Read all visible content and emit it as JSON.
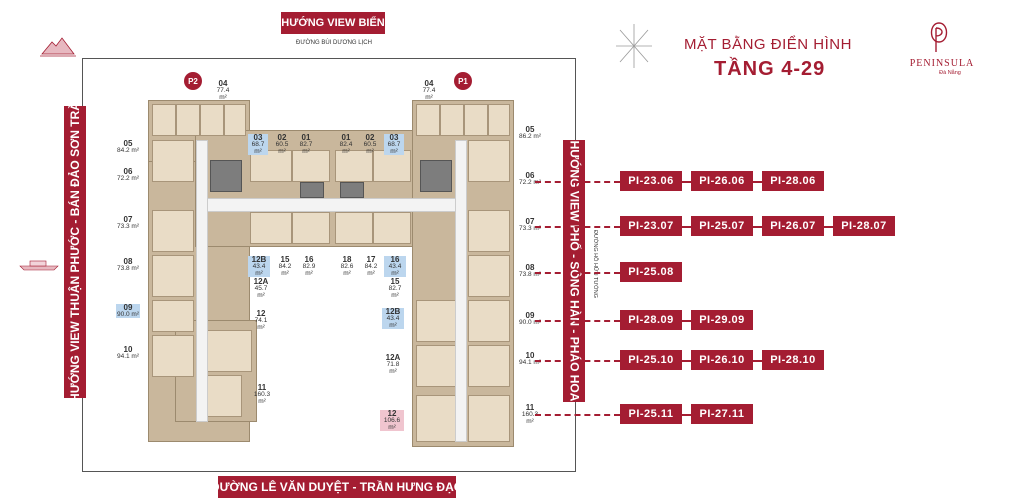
{
  "header": {
    "title_line1": "MẶT BẰNG ĐIỂN HÌNH",
    "title_line2": "TẦNG 4-29",
    "brand": "PENINSULA",
    "brand_sub": "Đà Nẵng"
  },
  "directions": {
    "top": "HƯỚNG VIEW BIỂN",
    "top_sub": "ĐƯỜNG BÙI DƯƠNG LỊCH",
    "bottom": "ĐƯỜNG LÊ VĂN DUYỆT - TRẦN HƯNG ĐẠO",
    "left": "HƯỚNG VIEW THUẬN PHƯỚC - BÁN ĐẢO SƠN TRÀ",
    "right": "HƯỚNG VIEW PHỐ - SÔNG HÀN - PHÁO HOA",
    "right_road": "ĐƯỜNG HỒ HỮU TƯỜNG"
  },
  "towers": {
    "left": "P2",
    "right": "P1"
  },
  "unit_rows": [
    {
      "unit": "06",
      "tags": [
        "PI-23.06",
        "PI-26.06",
        "PI-28.06"
      ]
    },
    {
      "unit": "07",
      "tags": [
        "PI-23.07",
        "PI-25.07",
        "PI-26.07",
        "PI-28.07"
      ]
    },
    {
      "unit": "08",
      "tags": [
        "PI-25.08"
      ]
    },
    {
      "unit": "09",
      "tags": [
        "PI-28.09",
        "PI-29.09"
      ]
    },
    {
      "unit": "10",
      "tags": [
        "PI-25.10",
        "PI-26.10",
        "PI-28.10"
      ]
    },
    {
      "unit": "11",
      "tags": [
        "PI-25.11",
        "PI-27.11"
      ]
    }
  ],
  "p2_labels": [
    {
      "num": "04",
      "area": "77.4 m²"
    },
    {
      "num": "05",
      "area": "84.2 m²"
    },
    {
      "num": "06",
      "area": "72.2 m²"
    },
    {
      "num": "07",
      "area": "73.3 m²"
    },
    {
      "num": "08",
      "area": "73.8 m²"
    },
    {
      "num": "09",
      "area": "90.0 m²"
    },
    {
      "num": "10",
      "area": "94.1 m²"
    },
    {
      "num": "03",
      "area": "68.7 m²"
    },
    {
      "num": "02",
      "area": "60.5 m²"
    },
    {
      "num": "01",
      "area": "82.7 m²"
    },
    {
      "num": "12B",
      "area": "43.4 m²"
    },
    {
      "num": "15",
      "area": "84.2 m²"
    },
    {
      "num": "16",
      "area": "82.9 m²"
    },
    {
      "num": "12A",
      "area": "45.7 m²"
    },
    {
      "num": "12",
      "area": "74.1 m²"
    },
    {
      "num": "11",
      "area": "160.3 m²"
    }
  ],
  "p1_labels": [
    {
      "num": "04",
      "area": "77.4 m²"
    },
    {
      "num": "05",
      "area": "86.2 m²"
    },
    {
      "num": "06",
      "area": "72.2 m²"
    },
    {
      "num": "07",
      "area": "73.3 m²"
    },
    {
      "num": "08",
      "area": "73.8 m²"
    },
    {
      "num": "01",
      "area": "82.4 m²"
    },
    {
      "num": "02",
      "area": "60.5 m²"
    },
    {
      "num": "03",
      "area": "68.7 m²"
    },
    {
      "num": "18",
      "area": "82.6 m²"
    },
    {
      "num": "17",
      "area": "84.2 m²"
    },
    {
      "num": "16",
      "area": "43.4 m²"
    },
    {
      "num": "15",
      "area": "82.7 m²"
    },
    {
      "num": "12B",
      "area": "43.4 m²"
    },
    {
      "num": "12A",
      "area": "71.8 m²"
    },
    {
      "num": "12",
      "area": "106.6 m²"
    },
    {
      "num": "09",
      "area": "90.0 m²"
    },
    {
      "num": "10",
      "area": "94.1 m²"
    },
    {
      "num": "11",
      "area": "160.3 m²"
    }
  ],
  "colors": {
    "accent": "#a41d32",
    "highlight_blue": "#bcd6ee",
    "highlight_pink": "#f0c5cf"
  }
}
